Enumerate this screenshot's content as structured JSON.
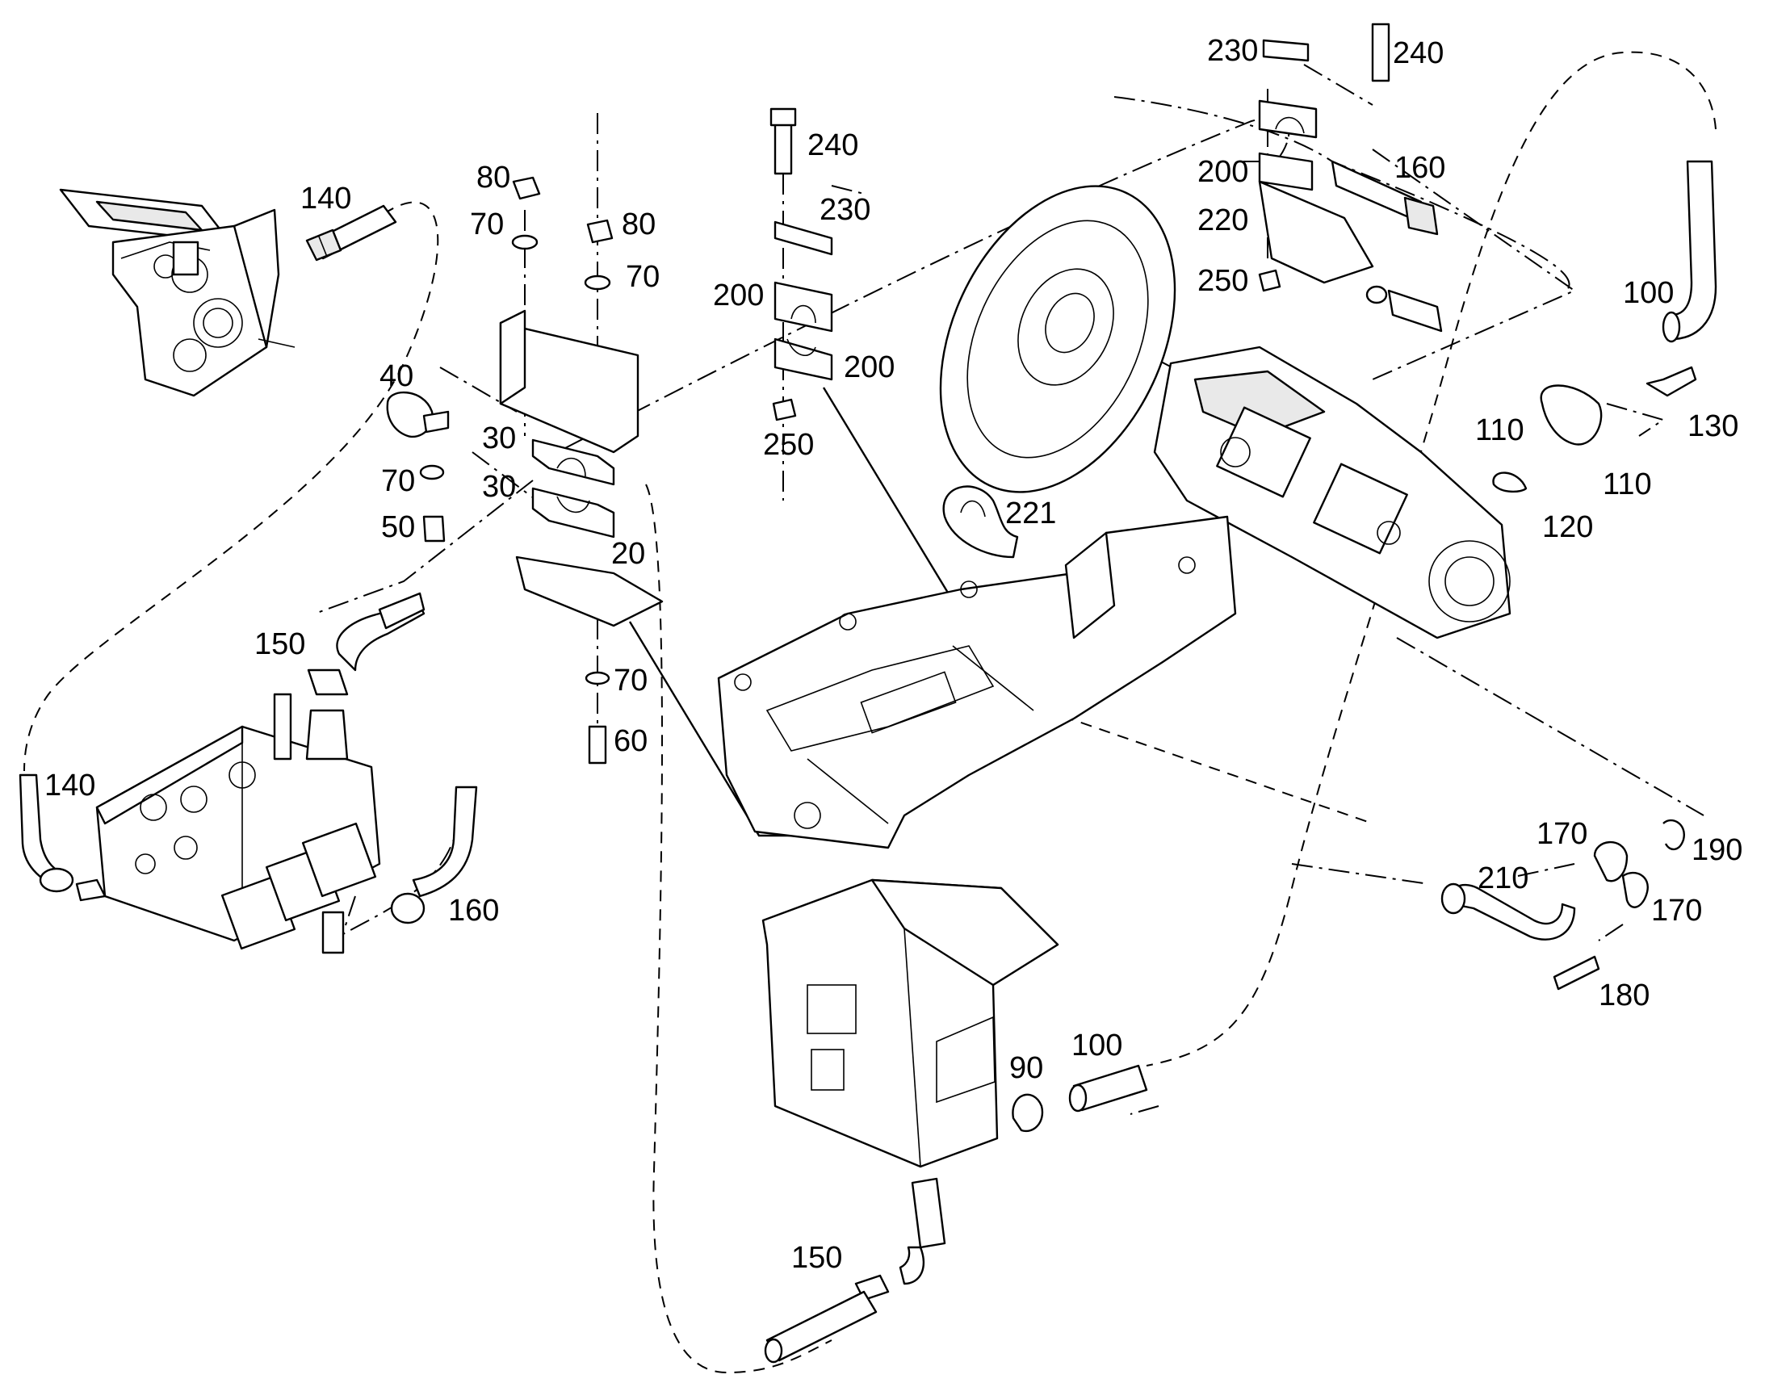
{
  "diagram": {
    "callouts": [
      "140",
      "80",
      "70",
      "80",
      "70",
      "40",
      "30",
      "30",
      "70",
      "50",
      "20",
      "150",
      "140",
      "70",
      "60",
      "160",
      "240",
      "230",
      "200",
      "200",
      "250",
      "221",
      "230",
      "240",
      "200",
      "160",
      "220",
      "250",
      "100",
      "110",
      "130",
      "110",
      "120",
      "170",
      "190",
      "210",
      "170",
      "180",
      "100",
      "90",
      "150"
    ]
  }
}
